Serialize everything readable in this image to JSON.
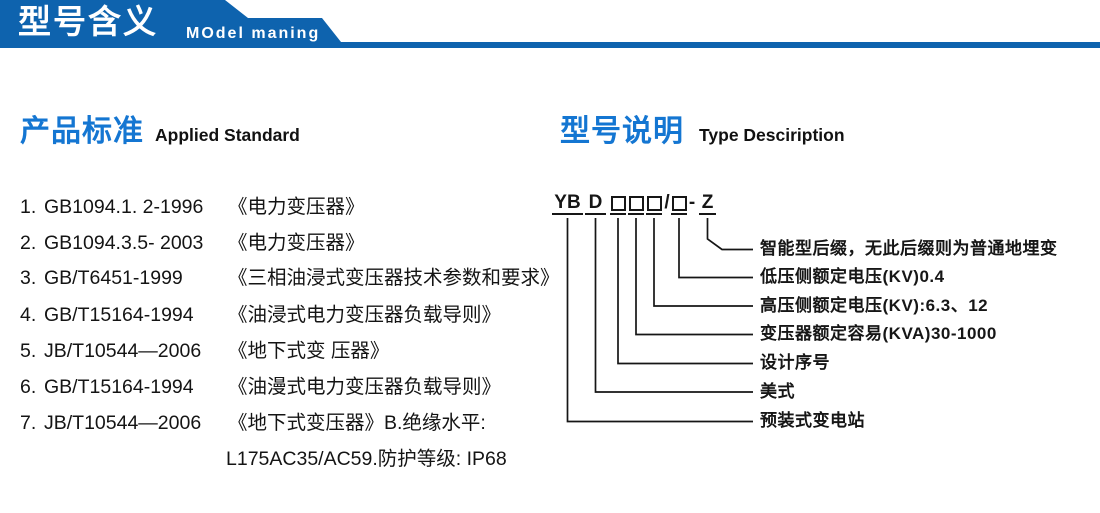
{
  "banner": {
    "title_cn": "型号含义",
    "title_en": "MOdel maning",
    "color": "#0e63ae"
  },
  "standards": {
    "heading_cn": "产品标准",
    "heading_en": "Applied Standard",
    "items": [
      {
        "num": "1.",
        "code": "GB1094.1. 2-1996",
        "desc": "《电力变压器》"
      },
      {
        "num": "2.",
        "code": "GB1094.3.5- 2003",
        "desc": "《电力变压器》"
      },
      {
        "num": "3.",
        "code": "GB/T6451-1999",
        "desc": "《三相油浸式变压器技术参数和要求》"
      },
      {
        "num": "4.",
        "code": "GB/T15164-1994",
        "desc": "《油浸式电力变压器负载导则》"
      },
      {
        "num": "5.",
        "code": "JB/T10544—2006",
        "desc": "《地下式变 压器》"
      },
      {
        "num": "6.",
        "code": "GB/T15164-1994",
        "desc": "《油漫式电力变压器负载导则》"
      },
      {
        "num": "7.",
        "code": "JB/T10544—2006",
        "desc": "《地下式变压器》B.绝缘水平:"
      }
    ],
    "continuation": "L175AC35/AC59.防护等级: IP68"
  },
  "model": {
    "heading_cn": "型号说明",
    "heading_en": "Type Desciription",
    "code": {
      "prefix": "YB",
      "design_letter": "D",
      "box_group1_count": 3,
      "separator": "/",
      "box_group2_count": 1,
      "dash": "-",
      "suffix": "Z"
    },
    "labels": [
      "智能型后缀，无此后缀则为普通地埋变",
      "低压侧额定电压(KV)0.4",
      "高压侧额定电压(KV):6.3、12",
      "变压器额定容易(KVA)30-1000",
      "设计序号",
      "美式",
      "预装式变电站"
    ],
    "colors": {
      "line": "#161616",
      "text": "#161616"
    }
  }
}
